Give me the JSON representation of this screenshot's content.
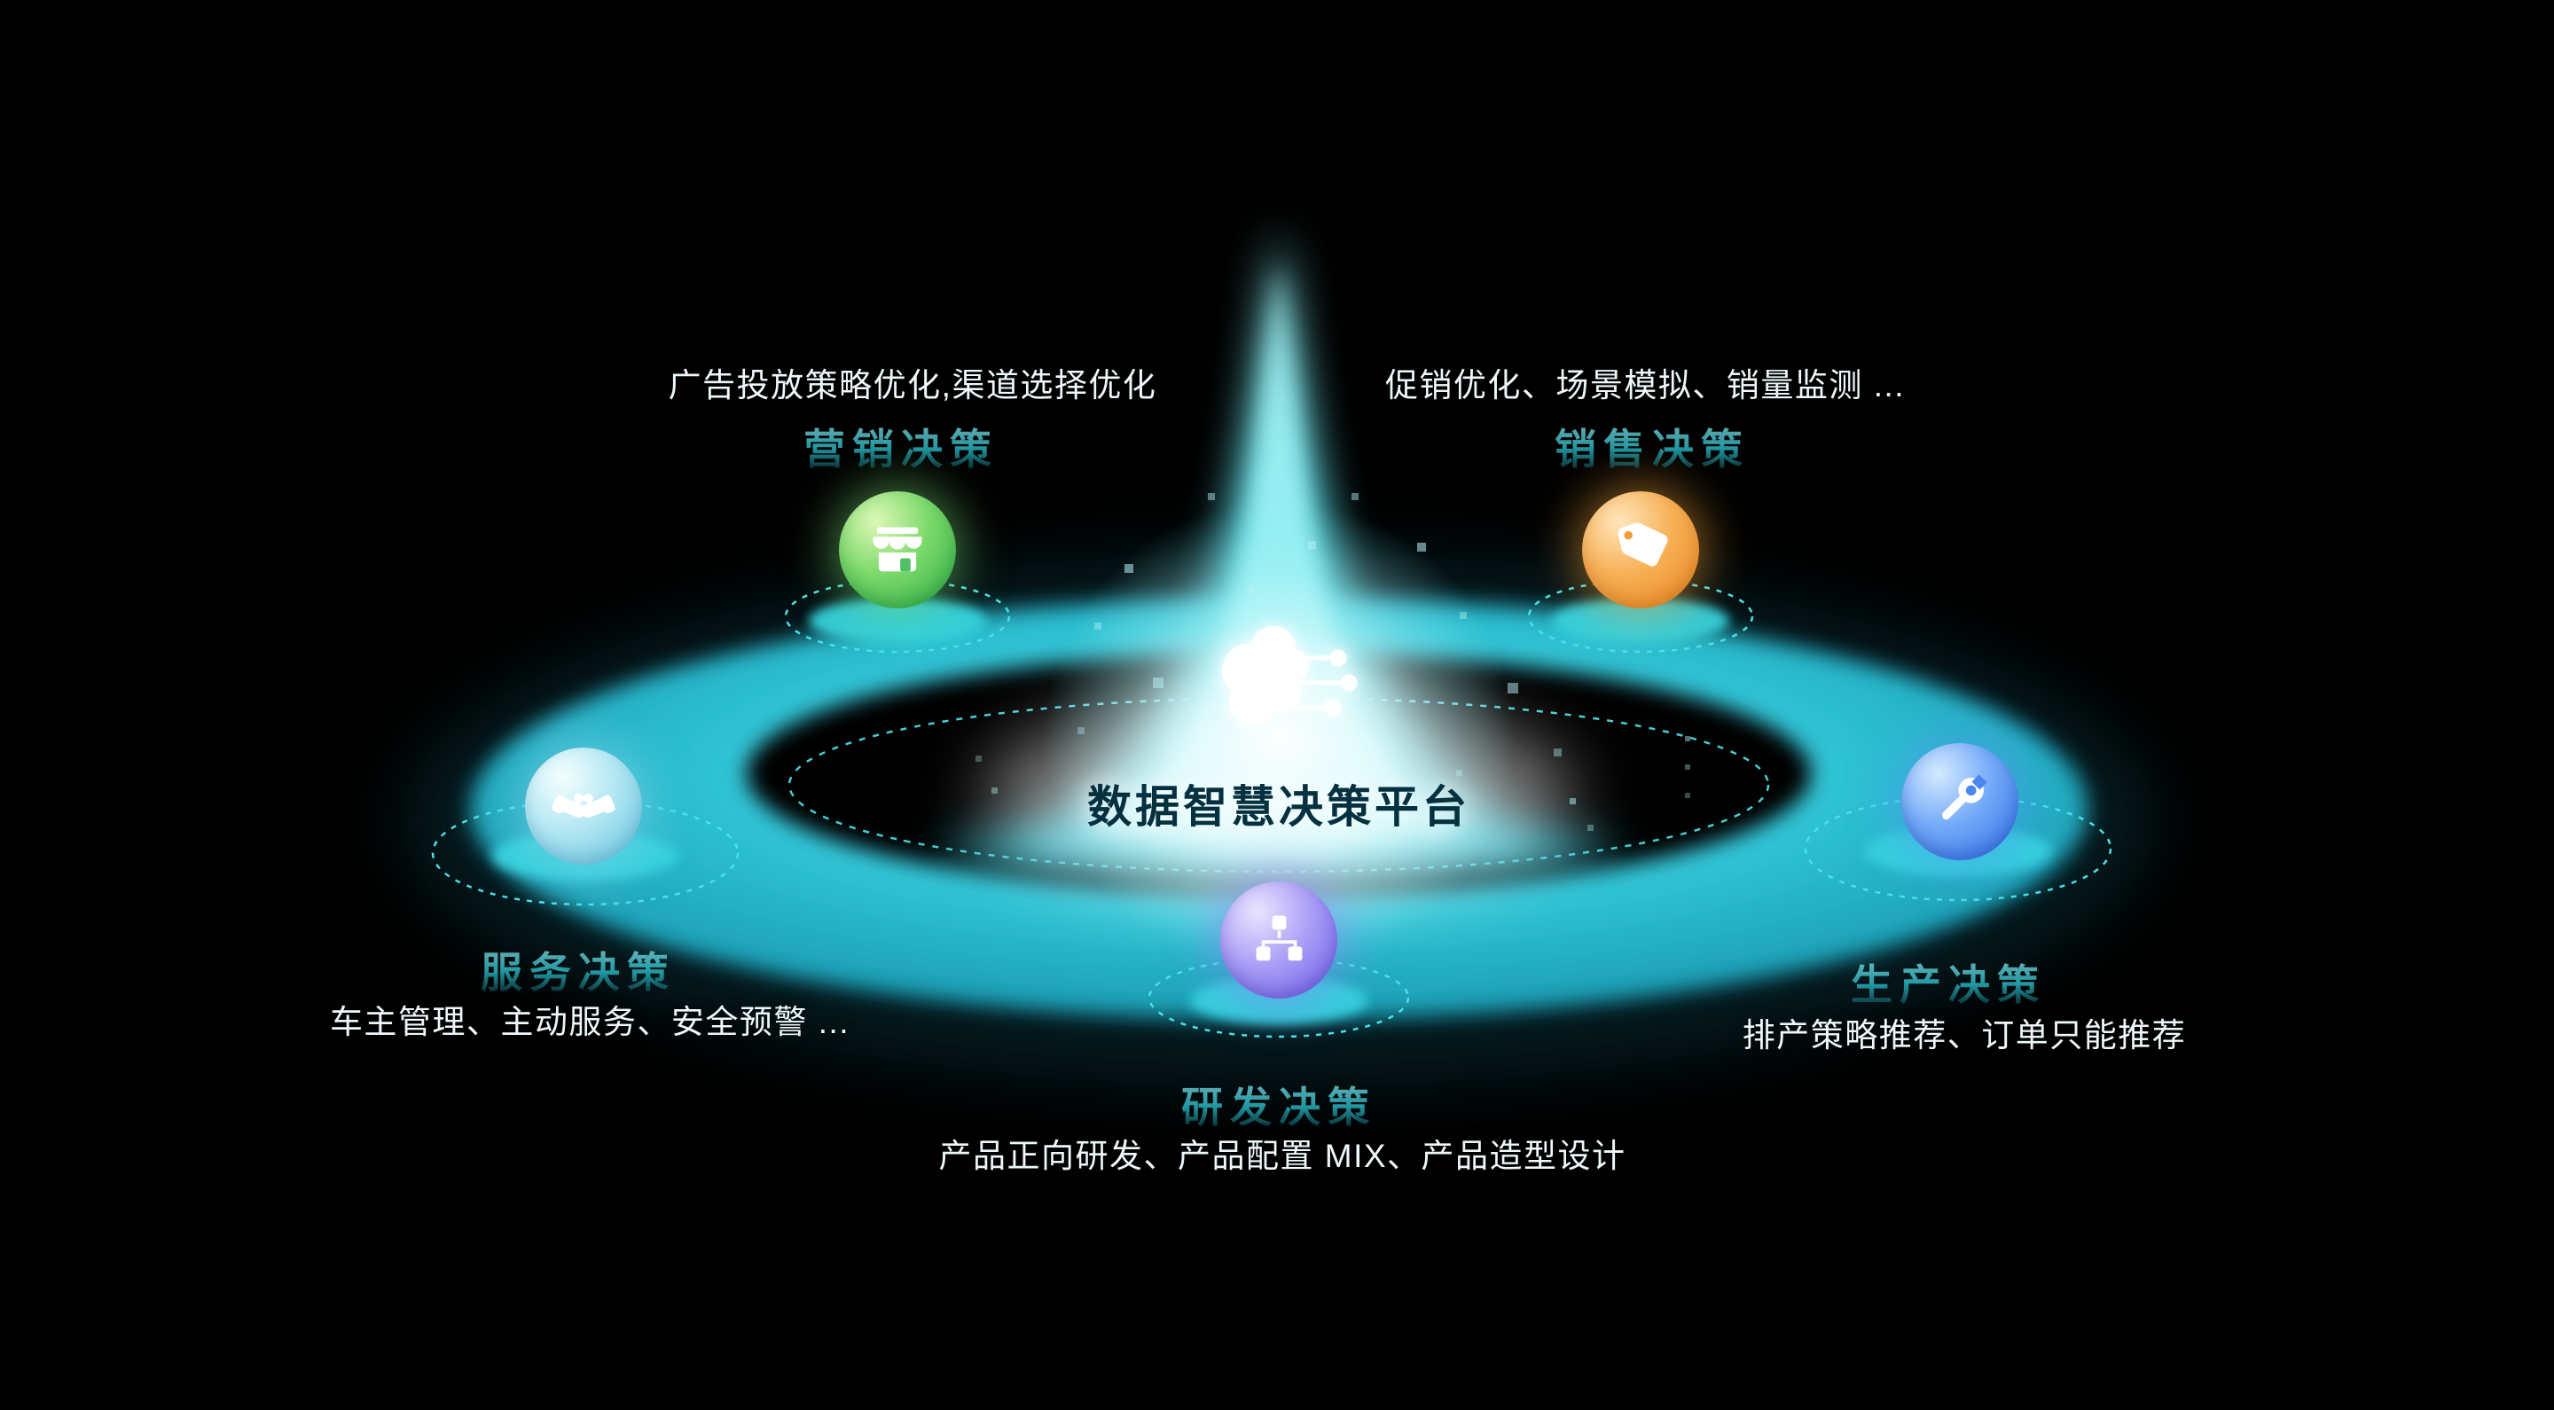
{
  "background_color": "#000000",
  "center": {
    "title": "数据智慧决策平台",
    "icon": "brain-circuit-icon",
    "glow_color": "#35d0db"
  },
  "nodes": [
    {
      "id": "marketing",
      "icon": "storefront-icon",
      "color": "#4fc164",
      "label": "营销决策",
      "desc": "广告投放策略优化,渠道选择优化"
    },
    {
      "id": "sales",
      "icon": "price-tag-icon",
      "color": "#f09c3c",
      "label": "销售决策",
      "desc": "促销优化、场景模拟、销量监测 ..."
    },
    {
      "id": "service",
      "icon": "handshake-icon",
      "color": "#8fd6ec",
      "label": "服务决策",
      "desc": "车主管理、主动服务、安全预警 ..."
    },
    {
      "id": "production",
      "icon": "wrench-icon",
      "color": "#4a86ef",
      "label": "生产决策",
      "desc": "排产策略推荐、订单只能推荐"
    },
    {
      "id": "rnd",
      "icon": "hierarchy-icon",
      "color": "#8b7df0",
      "label": "研发决策",
      "desc": "产品正向研发、产品配置 MIX、产品造型设计"
    }
  ]
}
